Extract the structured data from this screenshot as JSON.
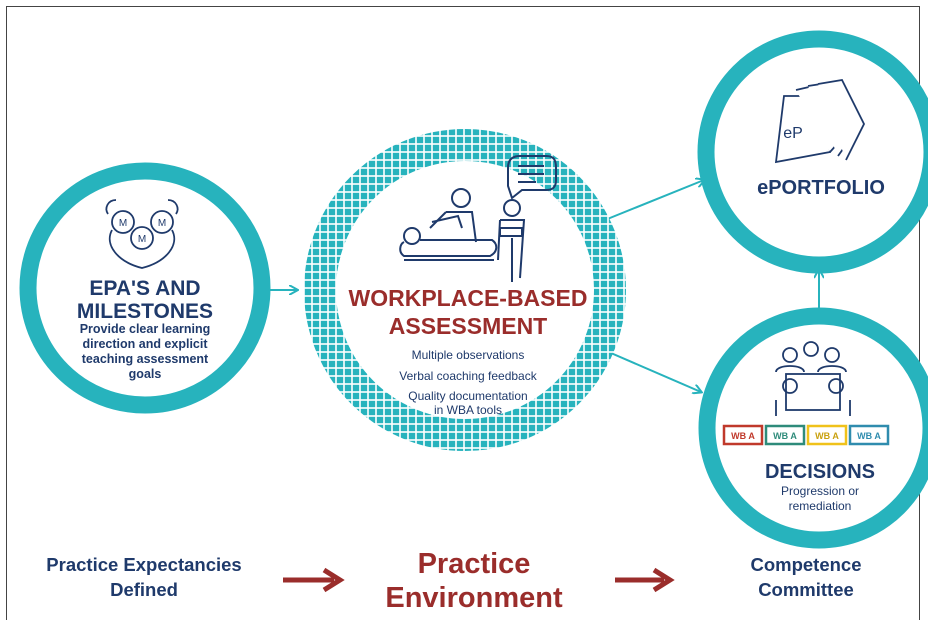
{
  "colors": {
    "teal": "#27b3bd",
    "navy": "#1f3a6b",
    "maroon": "#9a2d2b",
    "red_wba": "#c0392b",
    "green_wba": "#2e8b7a",
    "yellow_wba": "#f0c21a",
    "blue_wba": "#2f8cae"
  },
  "epa": {
    "icon": "milestone-hearts-icon",
    "badge_letters": [
      "M",
      "M",
      "M"
    ],
    "title_line1": "EPA'S AND",
    "title_line2": "MILESTONES",
    "desc_line1": "Provide clear learning",
    "desc_line2": "direction and explicit",
    "desc_line3": "teaching assessment",
    "desc_line4": "goals"
  },
  "wba": {
    "icon": "clinician-patient-icon",
    "title_line1": "WORKPLACE-BASED",
    "title_line2": "ASSESSMENT",
    "item1": "Multiple observations",
    "item2": "Verbal coaching feedback",
    "item3_line1": "Quality documentation",
    "item3_line2": "in WBA tools"
  },
  "eportfolio": {
    "icon": "folder-icon",
    "folder_label": "eP",
    "title": "ePORTFOLIO"
  },
  "decisions": {
    "icon": "committee-meeting-icon",
    "badge_label": "WB A",
    "title": "DECISIONS",
    "desc_line1": "Progression or",
    "desc_line2": "remediation"
  },
  "bottom": {
    "left_line1": "Practice Expectancies",
    "left_line2": "Defined",
    "center_line1": "Practice",
    "center_line2": "Environment",
    "right_line1": "Competence",
    "right_line2": "Committee"
  }
}
